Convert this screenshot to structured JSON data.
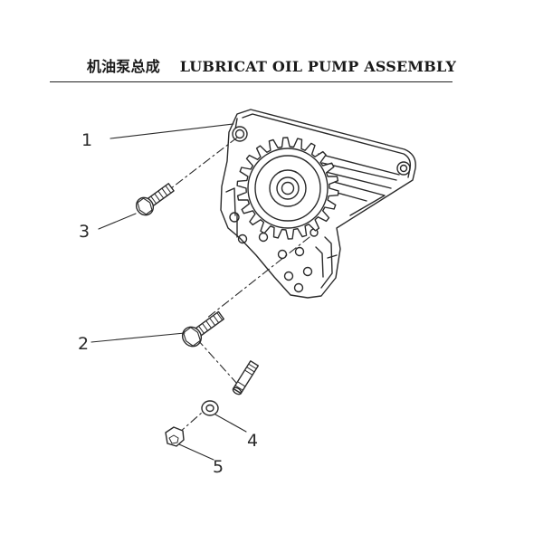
{
  "title": {
    "chinese": "机油泵总成",
    "english": "LUBRICAT OIL PUMP ASSEMBLY"
  },
  "callouts": [
    {
      "id": "1",
      "label": "1"
    },
    {
      "id": "2",
      "label": "2"
    },
    {
      "id": "3",
      "label": "3"
    },
    {
      "id": "4",
      "label": "4"
    },
    {
      "id": "5",
      "label": "5"
    }
  ],
  "colors": {
    "line": "#2a2a2a",
    "background": "#ffffff"
  }
}
